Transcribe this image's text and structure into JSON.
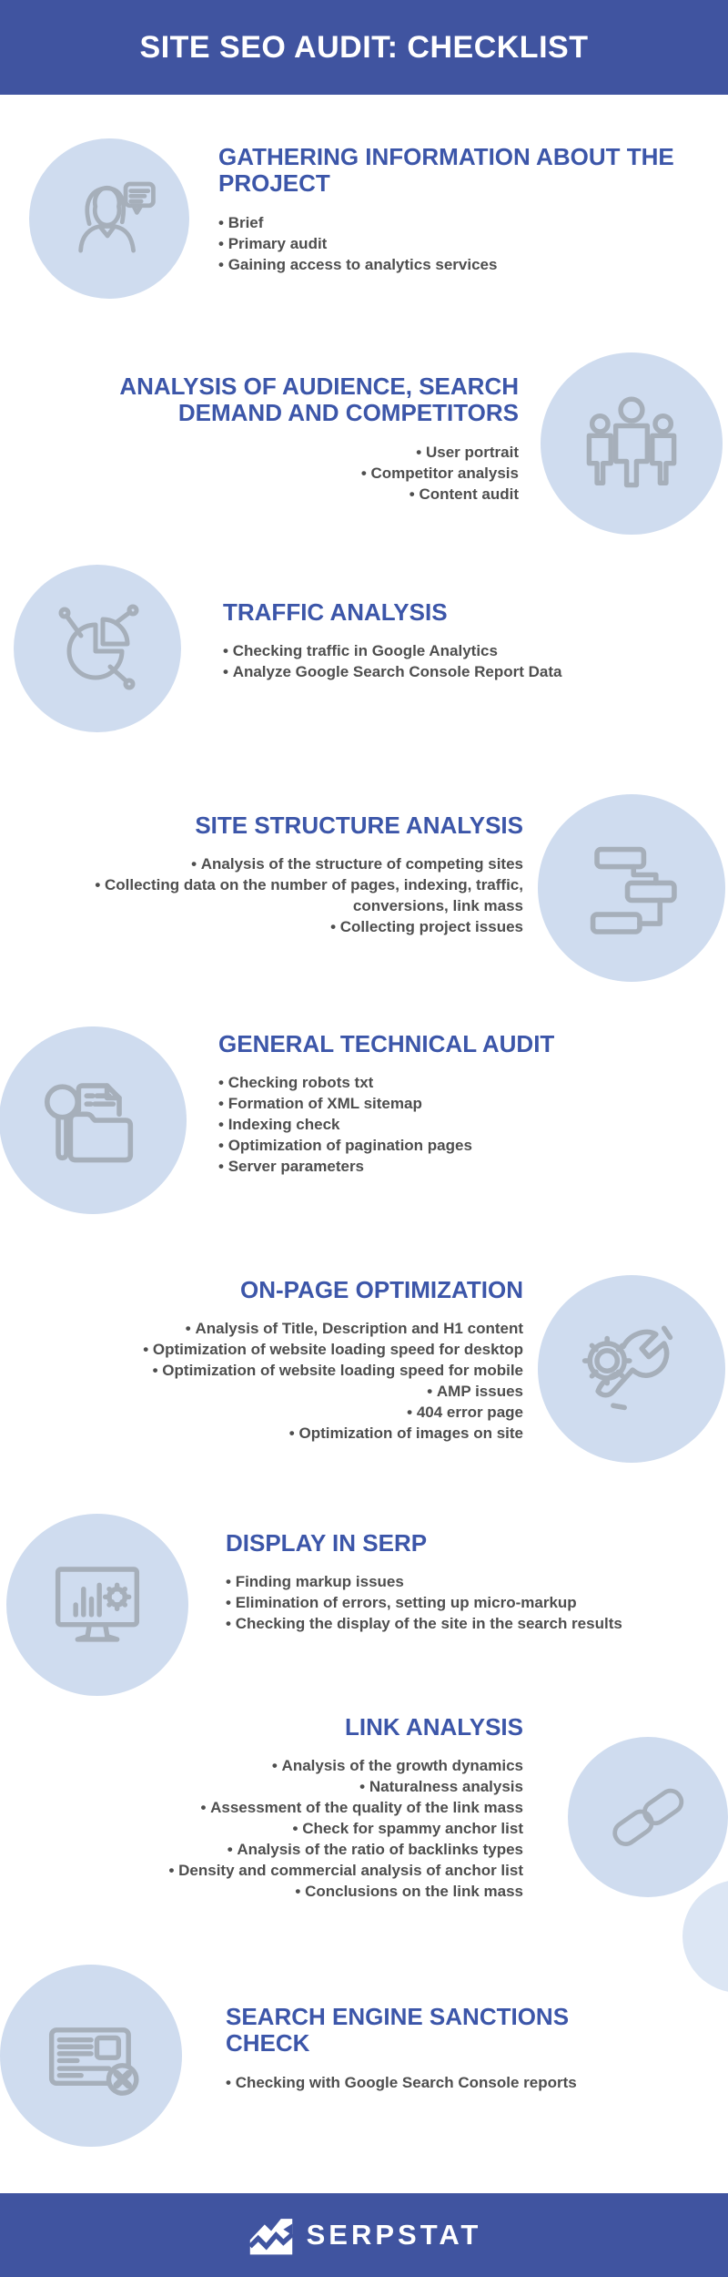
{
  "header": {
    "title": "SITE SEO AUDIT: CHECKLIST"
  },
  "theme": {
    "bar_color": "#4054a0",
    "heading_color": "#3c56a9",
    "body_text_color": "#4e4e4e",
    "circle_color": "#cfdcef",
    "icon_color": "#a6afba",
    "background": "#ffffff"
  },
  "sections": [
    {
      "title": "GATHERING INFORMATION ABOUT THE PROJECT",
      "icon": "person-chat-icon",
      "icon_side": "left",
      "bullets": [
        "Brief",
        "Primary audit",
        "Gaining access to analytics services"
      ]
    },
    {
      "title": "ANALYSIS OF AUDIENCE, SEARCH DEMAND AND COMPETITORS",
      "icon": "people-group-icon",
      "icon_side": "right",
      "bullets": [
        "User portrait",
        "Competitor analysis",
        "Content audit"
      ]
    },
    {
      "title": "TRAFFIC ANALYSIS",
      "icon": "pie-chart-icon",
      "icon_side": "left",
      "bullets": [
        "Checking traffic in Google Analytics",
        "Analyze Google Search Console Report Data"
      ]
    },
    {
      "title": "SITE STRUCTURE ANALYSIS",
      "icon": "site-structure-icon",
      "icon_side": "right",
      "bullets": [
        "Analysis of the structure of competing sites",
        "Collecting data on the number of pages, indexing, traffic, conversions, link mass",
        "Collecting project issues"
      ]
    },
    {
      "title": "GENERAL TECHNICAL AUDIT",
      "icon": "search-documents-icon",
      "icon_side": "left",
      "bullets": [
        "Checking robots txt",
        "Formation of XML sitemap",
        "Indexing check",
        "Optimization of pagination pages",
        "Server parameters"
      ]
    },
    {
      "title": "ON-PAGE OPTIMIZATION",
      "icon": "wrench-gear-icon",
      "icon_side": "right",
      "bullets": [
        "Analysis of Title, Description and H1 content",
        "Optimization of website loading speed for desktop",
        "Optimization of website loading speed for mobile",
        "AMP issues",
        "404 error page",
        "Optimization of images on site"
      ]
    },
    {
      "title": "DISPLAY IN SERP",
      "icon": "monitor-chart-icon",
      "icon_side": "left",
      "bullets": [
        "Finding markup issues",
        "Elimination of errors, setting up micro-markup",
        "Checking the display of the site in the search results"
      ]
    },
    {
      "title": "LINK ANALYSIS",
      "icon": "chain-links-icon",
      "icon_side": "right",
      "bullets": [
        "Analysis of the growth dynamics",
        "Naturalness analysis",
        "Assessment of the quality of the link mass",
        "Check for spammy anchor list",
        "Analysis of the ratio of backlinks types",
        "Density and commercial analysis of anchor list",
        "Conclusions on the link mass"
      ]
    },
    {
      "title": "SEARCH ENGINE SANCTIONS CHECK",
      "icon": "page-error-icon",
      "icon_side": "left",
      "bullets": [
        "Checking with Google Search Console reports"
      ]
    }
  ],
  "footer": {
    "brand": "SERPSTAT",
    "logo": "serpstat-logo"
  }
}
